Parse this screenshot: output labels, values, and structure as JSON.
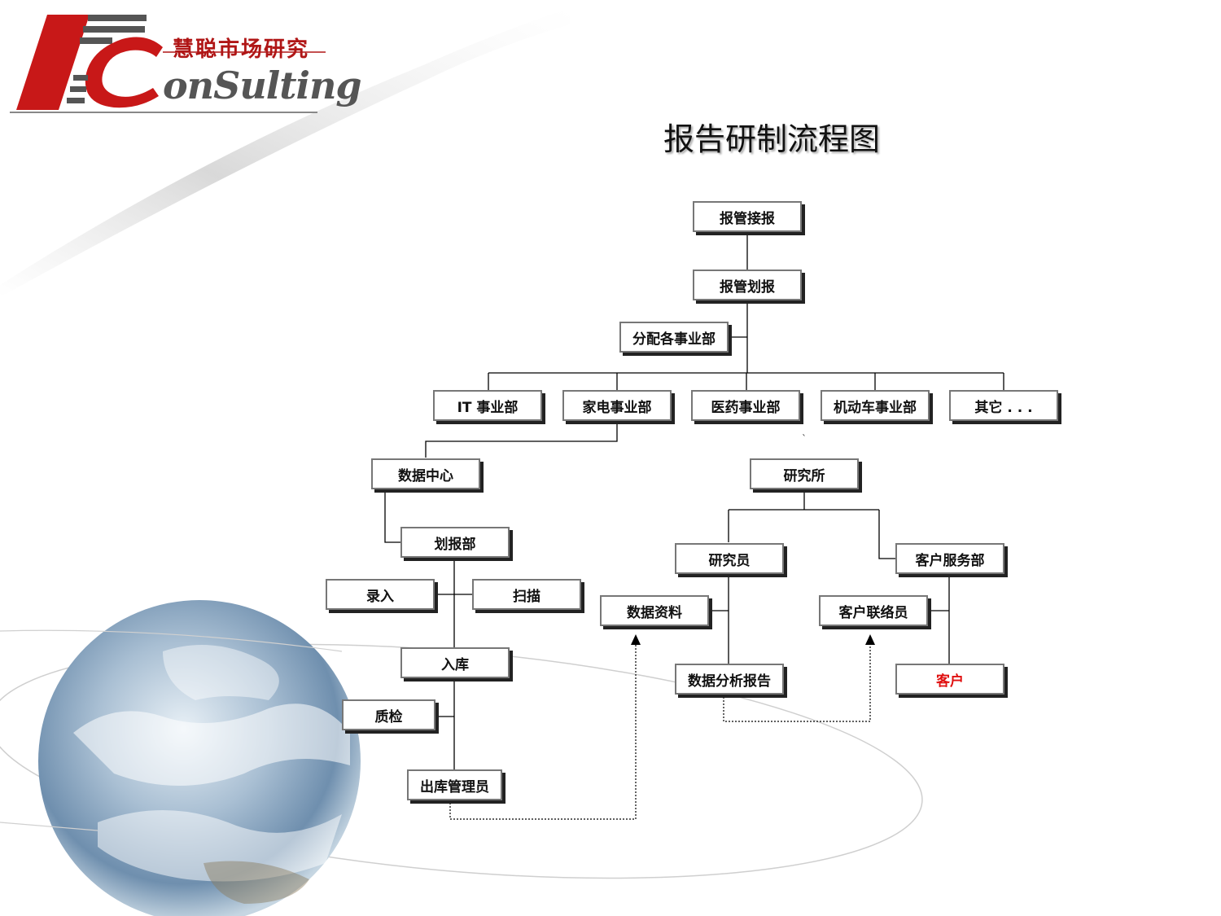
{
  "logo": {
    "cn": "慧聪市场研究",
    "en": "onSulting"
  },
  "title": "报告研制流程图",
  "nodes": {
    "n1": "报管接报",
    "n2": "报管划报",
    "n3": "分配各事业部",
    "it": "IT 事业部",
    "jd": "家电事业部",
    "yy": "医药事业部",
    "jdc": "机动车事业部",
    "qt": "其它 . . .",
    "sjzx": "数据中心",
    "yjs": "研究所",
    "hbb": "划报部",
    "lr": "录入",
    "sm": "扫描",
    "rk": "入库",
    "zj": "质检",
    "ckgly": "出库管理员",
    "yjy": "研究员",
    "khfwb": "客户服务部",
    "sjzl": "数据资料",
    "khllly": "客户联络员",
    "sjfxbg": "数据分析报告",
    "kh": "客户"
  },
  "colors": {
    "accent_red": "#e01010",
    "logo_red": "#b01616"
  }
}
